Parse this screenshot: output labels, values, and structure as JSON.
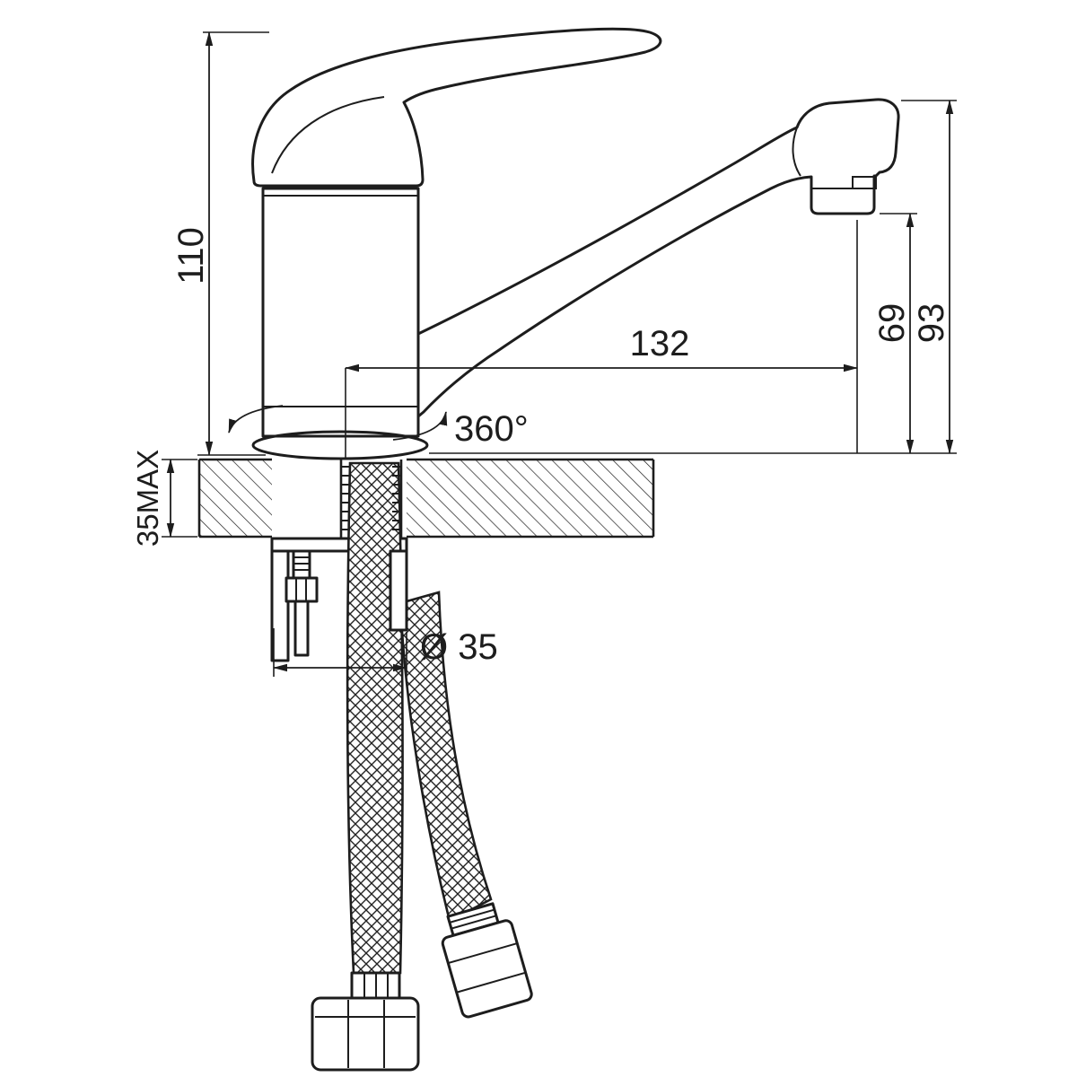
{
  "dimensions": {
    "total_height": "110",
    "spout_height_outer": "93",
    "spout_height_inner": "69",
    "spout_reach": "132",
    "swivel_angle": "360°",
    "max_mounting_thickness": "35MAX",
    "mounting_hole_diameter": "Ø 35"
  },
  "colors": {
    "line": "#1d1d1d",
    "background": "#ffffff"
  }
}
